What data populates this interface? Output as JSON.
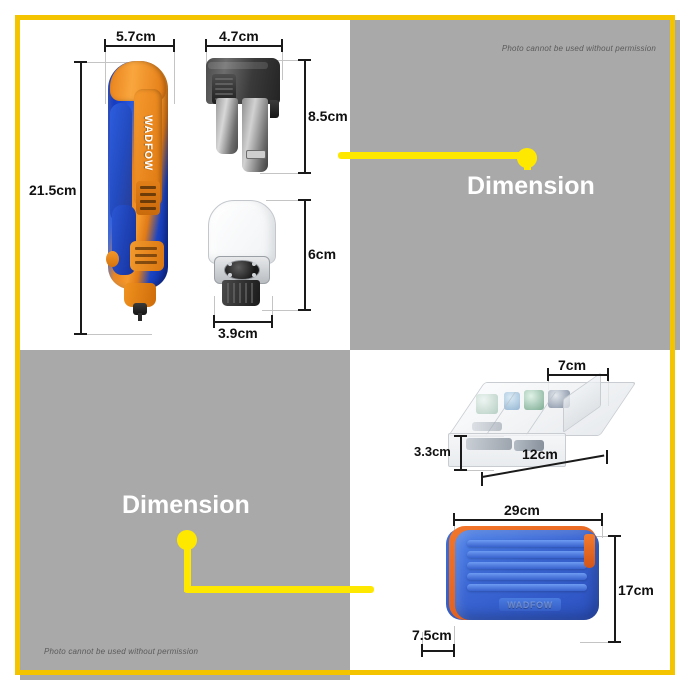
{
  "document": {
    "title": "WADFOW Cordless Rotary Tool - Dimension Infographic",
    "border_color": "#F5C400",
    "panel_gray": "#A9A9A9",
    "connector_color": "#FFE800",
    "brand": "WADFOW"
  },
  "watermark": {
    "text": "Photo cannot be used without permission"
  },
  "panels": {
    "top_right": {
      "callout_label": "Dimension"
    },
    "bottom_left": {
      "callout_label": "Dimension"
    }
  },
  "products": [
    {
      "id": "rotary-tool",
      "name": "Cordless Rotary Tool",
      "brand_text": "WADFOW",
      "measurements": [
        {
          "label": "5.7cm",
          "axis": "width",
          "value": 5.7,
          "unit": "cm"
        },
        {
          "label": "21.5cm",
          "axis": "height",
          "value": 21.5,
          "unit": "cm"
        }
      ]
    },
    {
      "id": "battery-pack",
      "name": "Battery Pack",
      "measurements": [
        {
          "label": "4.7cm",
          "axis": "width",
          "value": 4.7,
          "unit": "cm"
        },
        {
          "label": "8.5cm",
          "axis": "height",
          "value": 8.5,
          "unit": "cm"
        }
      ]
    },
    {
      "id": "shield-guard",
      "name": "Transparent Shield Guard",
      "measurements": [
        {
          "label": "6cm",
          "axis": "height",
          "value": 6,
          "unit": "cm"
        },
        {
          "label": "3.9cm",
          "axis": "width",
          "value": 3.9,
          "unit": "cm"
        }
      ]
    },
    {
      "id": "accessory-box",
      "name": "Clear Accessory Storage Box",
      "measurements": [
        {
          "label": "7cm",
          "axis": "depth",
          "value": 7,
          "unit": "cm"
        },
        {
          "label": "12cm",
          "axis": "width",
          "value": 12,
          "unit": "cm"
        },
        {
          "label": "3.3cm",
          "axis": "height",
          "value": 3.3,
          "unit": "cm"
        }
      ]
    },
    {
      "id": "carry-case",
      "name": "Blue EVA Carrying Case",
      "logo_text": "WADFOW",
      "measurements": [
        {
          "label": "29cm",
          "axis": "width",
          "value": 29,
          "unit": "cm"
        },
        {
          "label": "17cm",
          "axis": "height",
          "value": 17,
          "unit": "cm"
        },
        {
          "label": "7.5cm",
          "axis": "depth",
          "value": 7.5,
          "unit": "cm"
        }
      ]
    }
  ],
  "dim_labels": {
    "tool_width": "5.7cm",
    "tool_height": "21.5cm",
    "battery_width": "4.7cm",
    "battery_height": "8.5cm",
    "shield_height": "6cm",
    "shield_width": "3.9cm",
    "box_depth": "7cm",
    "box_width": "12cm",
    "box_height": "3.3cm",
    "case_width": "29cm",
    "case_height": "17cm",
    "case_depth": "7.5cm"
  }
}
